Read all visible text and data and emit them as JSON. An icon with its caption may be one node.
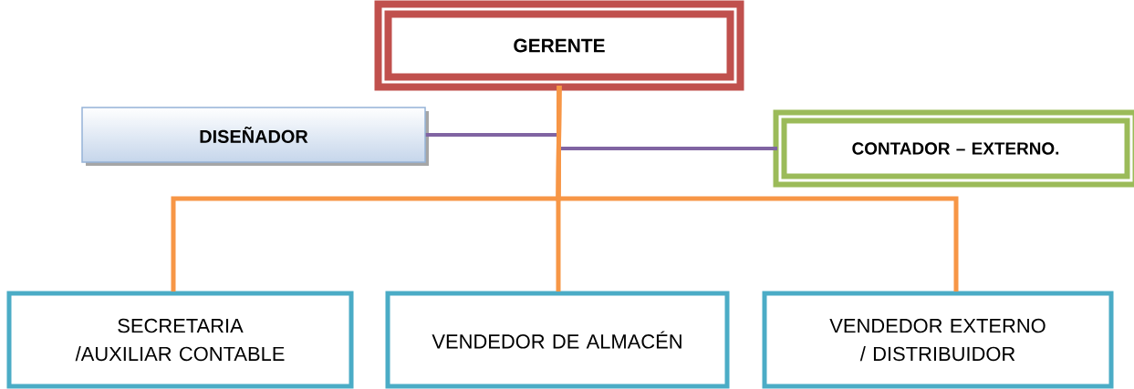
{
  "diagram": {
    "nodes": [
      {
        "text": [
          "GERENTE"
        ]
      },
      {
        "text": [
          "DISEÑADOR"
        ]
      },
      {
        "text": [
          "CONTADOR – EXTERNO."
        ]
      },
      {
        "text": [
          "SECRETARIA /AUXILIAR CONTABLE"
        ]
      },
      {
        "text": [
          "VENDEDOR DE ALMACÉN"
        ]
      },
      {
        "text": [
          "VENDEDOR EXTERNO / DISTRIBUIDOR"
        ]
      }
    ],
    "edges": [
      {
        "from": 1,
        "to": 0,
        "arrow": "none",
        "color": "#8064a2"
      },
      {
        "from": 2,
        "to": 0,
        "arrow": "none",
        "color": "#8064a2"
      },
      {
        "from": 0,
        "to": 3,
        "arrow": "none"
      },
      {
        "from": 0,
        "to": 4,
        "arrow": "none"
      },
      {
        "from": 0,
        "to": 5,
        "arrow": "none"
      }
    ]
  }
}
